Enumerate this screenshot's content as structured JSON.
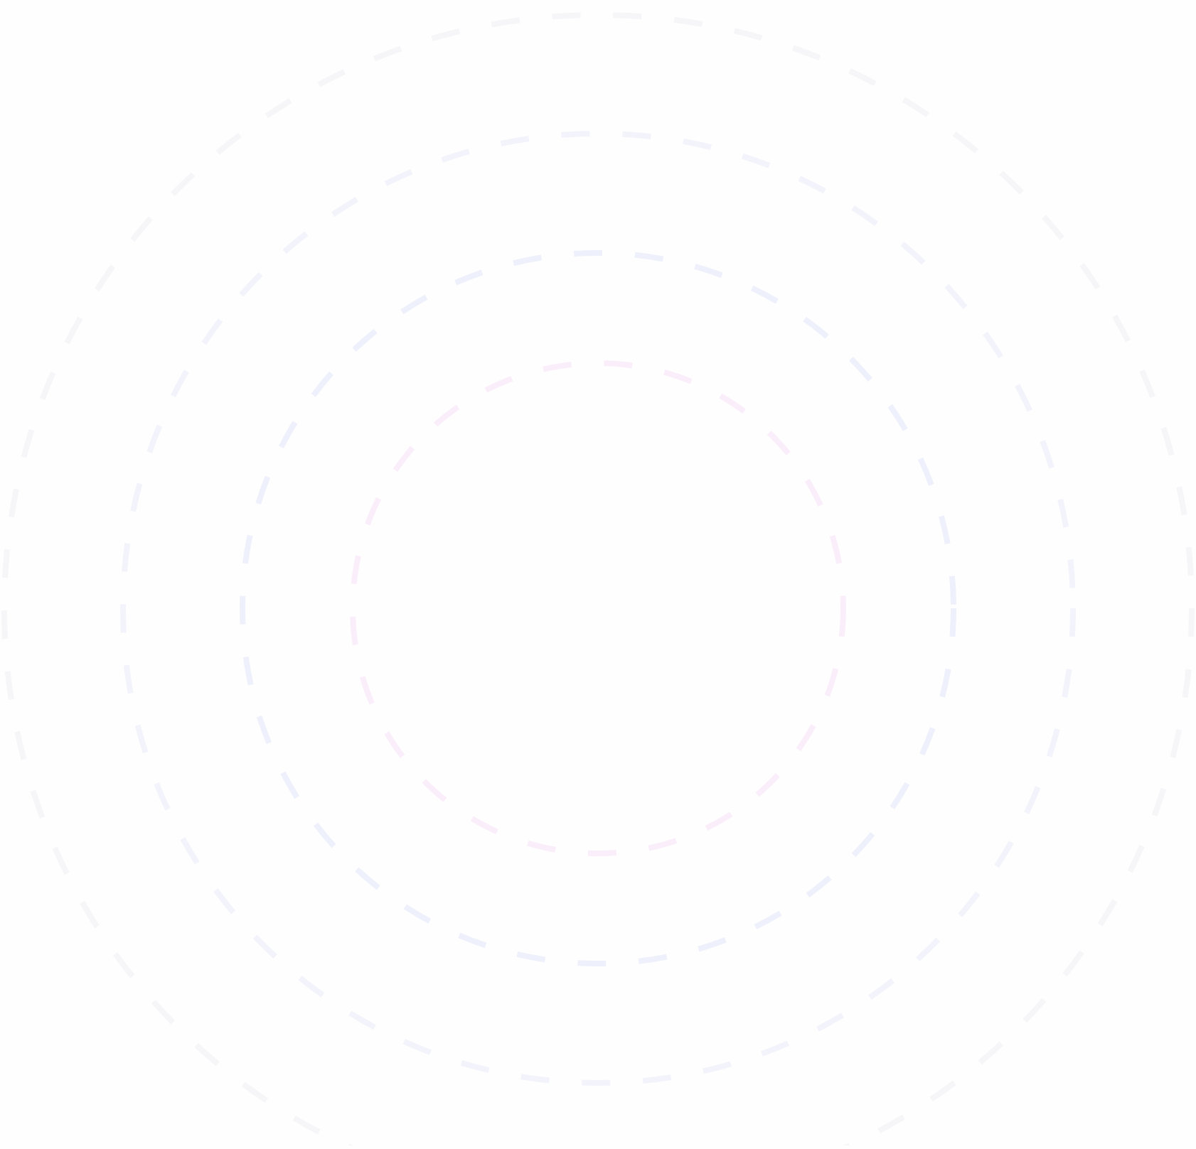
{
  "decoration": {
    "rings": [
      {
        "name": "outer-ring",
        "color": "#f6f6f9"
      },
      {
        "name": "second-ring",
        "color": "#f3f4fb"
      },
      {
        "name": "third-ring",
        "color": "#eef1fb"
      },
      {
        "name": "inner-ring",
        "color": "#fbeefb"
      }
    ]
  }
}
